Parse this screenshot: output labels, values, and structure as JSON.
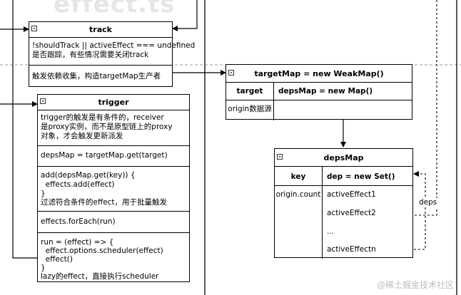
{
  "background_title": "effect.ts",
  "watermark": "@稀土掘金技术社区",
  "track": {
    "title": "track",
    "row1_line1": "!shouldTrack || activeEffect === undefined",
    "row1_line2": "是否跟踪，有些情况需要关闭track",
    "row2": "触发依赖收集，构造targetMap生产者"
  },
  "trigger": {
    "title": "trigger",
    "row1_line1": "trigger的触发是有条件的，receiver",
    "row1_line2": "是proxy实例，而不是原型链上的proxy",
    "row1_line3": "对象，才会触发更新派发",
    "row2": "depsMap = targetMap.get(target)",
    "row3_line1": "add(depsMap.get(key)) {",
    "row3_line2": "  effects.add(effect)",
    "row3_line3": "}",
    "row3_line4": "过滤符合条件的effect，用于批量触发",
    "row4": "effects.forEach(run)",
    "row5_line1": "run = (effect) => {",
    "row5_line2": "  effect.options.scheduler(effect)",
    "row5_line3": "  effect()",
    "row5_line4": "}",
    "row5_line5": "lazy的effect，直接执行scheduler"
  },
  "targetMap": {
    "title": "targetMap = new WeakMap()",
    "col1_header": "target",
    "col2_header": "depsMap = new Map()",
    "col1_row1": "origin数据源",
    "col2_row1": ""
  },
  "depsMap": {
    "title": "depsMap",
    "col1_header": "key",
    "col2_header": "dep = new Set()",
    "key_value": "origin.count",
    "effects": [
      "activeEffect1",
      "activeEffect2",
      "...",
      "activeEffectn"
    ]
  },
  "deps_label": "deps",
  "collapse_glyph": "-"
}
